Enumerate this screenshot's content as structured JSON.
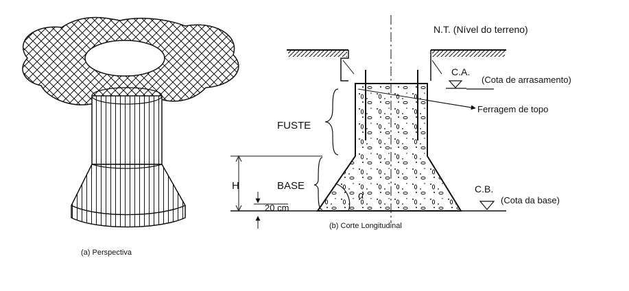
{
  "perspective": {
    "caption": "(a) Perspectiva"
  },
  "section": {
    "caption": "(b) Corte Longitudinal",
    "labels": {
      "nt": "N.T. (Nível do terreno)",
      "ca": "C.A.",
      "ca_desc": "(Cota de arrasamento)",
      "ferragem": "Ferragem de topo",
      "fuste": "FUSTE",
      "base": "BASE",
      "h": "H",
      "dim20": "20 cm",
      "alpha": "α",
      "cb": "C.B.",
      "cb_desc": "(Cota da base)"
    }
  }
}
